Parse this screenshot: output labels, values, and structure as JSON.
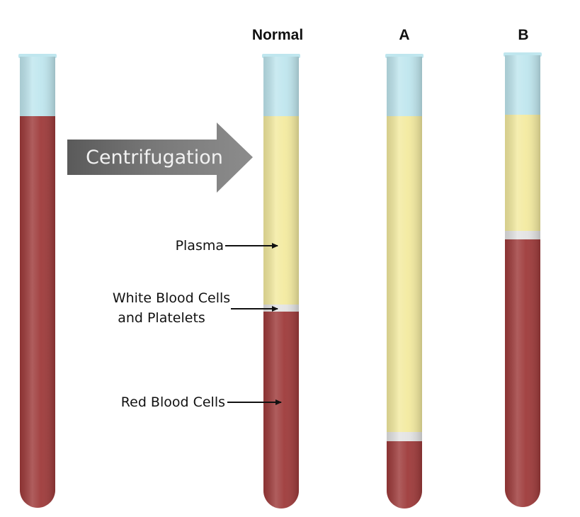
{
  "headers": {
    "normal": "Normal",
    "a": "A",
    "b": "B"
  },
  "process_arrow": {
    "label": "Centrifugation"
  },
  "labels": {
    "plasma": "Plasma",
    "wbc_line1": "White Blood Cells",
    "wbc_line2": "and Platelets",
    "rbc": "Red Blood Cells"
  },
  "colors": {
    "air": "#bfe6ee",
    "plasma": "#f3ea9f",
    "buffy_coat": "#e3e3e3",
    "red_cells": "#9e3a3a",
    "arrow": "#6a6a6a",
    "pointer": "#111111"
  },
  "tubes": [
    {
      "id": "before",
      "layers_fraction_of_tube": {
        "air": 0.14,
        "whole_blood": 0.86
      }
    },
    {
      "id": "normal",
      "layers_fraction_of_tube": {
        "air": 0.14,
        "plasma": 0.43,
        "buffy_coat": 0.015,
        "red_cells": 0.415
      }
    },
    {
      "id": "a",
      "layers_fraction_of_tube": {
        "air": 0.14,
        "plasma": 0.69,
        "buffy_coat": 0.02,
        "red_cells": 0.15
      }
    },
    {
      "id": "b",
      "layers_fraction_of_tube": {
        "air": 0.14,
        "plasma": 0.26,
        "buffy_coat": 0.02,
        "red_cells": 0.58
      }
    }
  ]
}
